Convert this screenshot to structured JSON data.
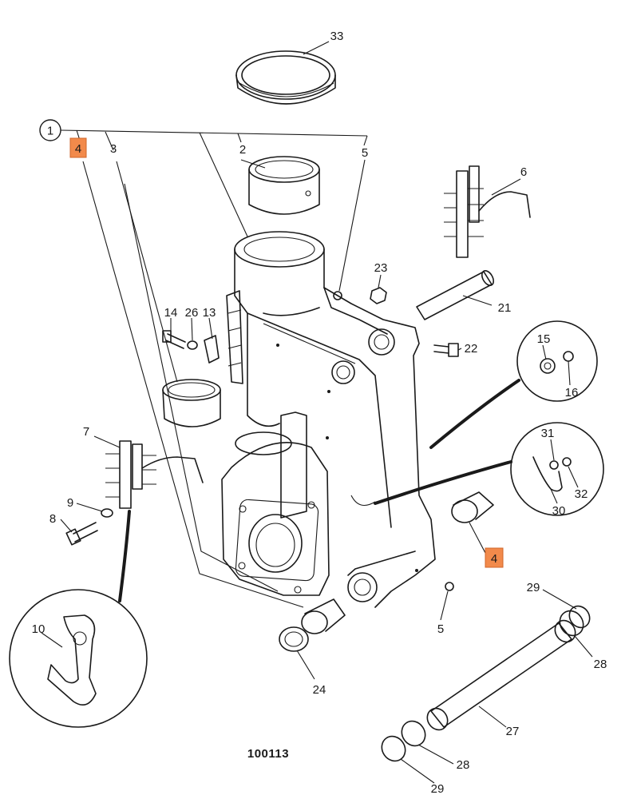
{
  "diagram": {
    "drawing_ref": "100113",
    "highlight_color": "#f28a4b",
    "callouts": {
      "c1": "1",
      "c2": "2",
      "c3": "3",
      "c4a": "4",
      "c4b": "4",
      "c5a": "5",
      "c5b": "5",
      "c6": "6",
      "c7": "7",
      "c8": "8",
      "c9": "9",
      "c10": "10",
      "c13": "13",
      "c14": "14",
      "c15": "15",
      "c16": "16",
      "c21": "21",
      "c22": "22",
      "c23": "23",
      "c24": "24",
      "c26": "26",
      "c27": "27",
      "c28a": "28",
      "c28b": "28",
      "c29a": "29",
      "c29b": "29",
      "c30": "30",
      "c31": "31",
      "c32": "32",
      "c33": "33"
    }
  }
}
